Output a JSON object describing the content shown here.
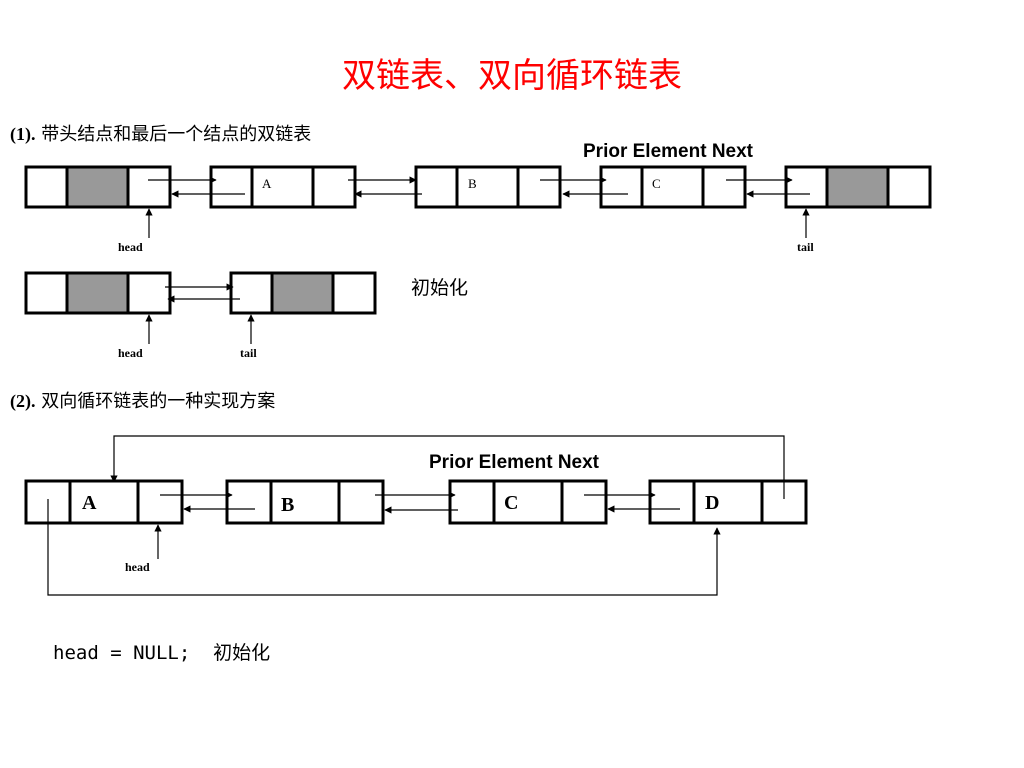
{
  "title": "双链表、双向循环链表",
  "section1": {
    "num": "(1).",
    "text": "带头结点和最后一个结点的双链表"
  },
  "section2": {
    "num": "(2).",
    "text": "双向循环链表的一种实现方案"
  },
  "node_header": "Prior Element Next",
  "diagram1": {
    "nodes": [
      "",
      "A",
      "B",
      "C",
      ""
    ],
    "head_label": "head",
    "tail_label": "tail"
  },
  "diagram_init": {
    "head_label": "head",
    "tail_label": "tail",
    "caption": "初始化"
  },
  "diagram2": {
    "nodes": [
      "A",
      "B",
      "C",
      "D"
    ],
    "head_label": "head"
  },
  "code": {
    "stmt": "head = NULL;",
    "comment": "初始化"
  },
  "colors": {
    "title": "#ff0000",
    "sentinel_fill": "#999999",
    "stroke": "#000000"
  }
}
